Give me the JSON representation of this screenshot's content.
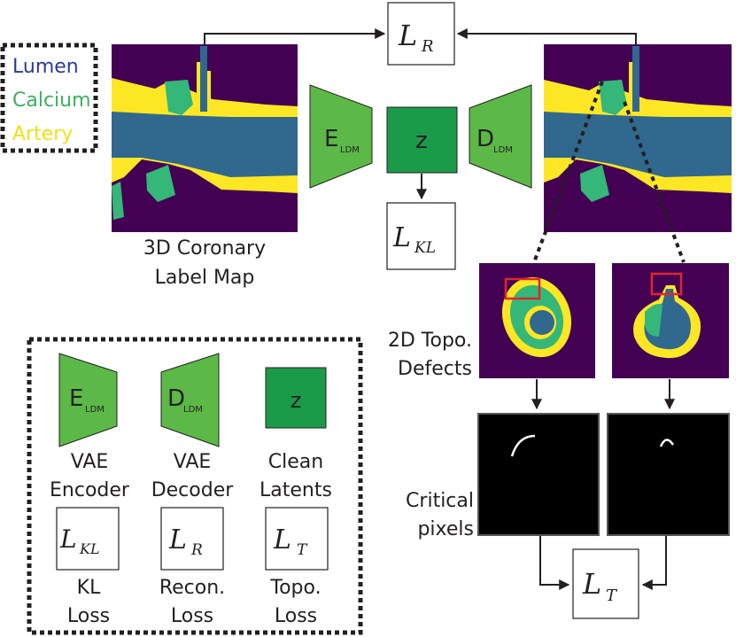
{
  "legend_top": {
    "lumen": "Lumen",
    "calcium": "Calcium",
    "artery": "Artery",
    "colors": {
      "lumen": "#2b3b99",
      "calcium": "#3ab060",
      "artery": "#f4e012"
    }
  },
  "input_label": [
    "3D Coronary",
    "Label Map"
  ],
  "encoder": {
    "letter": "E",
    "sub": "LDM"
  },
  "decoder": {
    "letter": "D",
    "sub": "LDM"
  },
  "latent": "z",
  "loss_r": {
    "sym": "L",
    "sub": "R"
  },
  "loss_kl": {
    "sym": "L",
    "sub": "KL"
  },
  "loss_t": {
    "sym": "L",
    "sub": "T"
  },
  "topo_label": [
    "2D Topo.",
    "Defects"
  ],
  "critical_label": [
    "Critical",
    "pixels"
  ],
  "legend_bottom": {
    "encoder_desc": [
      "VAE",
      "Encoder"
    ],
    "decoder_desc": [
      "VAE",
      "Decoder"
    ],
    "latent_desc": [
      "Clean",
      "Latents"
    ],
    "kl_desc": [
      "KL",
      "Loss"
    ],
    "r_desc": [
      "Recon.",
      "Loss"
    ],
    "t_desc": [
      "Topo.",
      "Loss"
    ]
  },
  "colors": {
    "purple": "#440154",
    "blue": "#31688e",
    "green": "#35b779",
    "yellow": "#fde725",
    "trap_green": "#5cb947",
    "z_green": "#1b9b4a",
    "red": "#e0262b"
  }
}
